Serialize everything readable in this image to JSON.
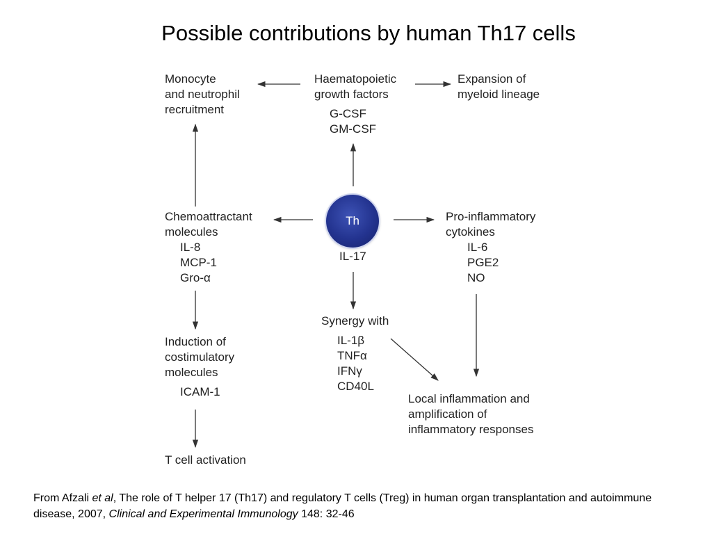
{
  "title": "Possible contributions by human Th17 cells",
  "center": {
    "label": "Th",
    "product": "IL-17"
  },
  "nodes": {
    "monocyte": {
      "lines": [
        "Monocyte",
        "and neutrophil",
        "recruitment"
      ]
    },
    "haematopoietic": {
      "lines": [
        "Haematopoietic",
        "growth factors"
      ],
      "items": [
        "G-CSF",
        "GM-CSF"
      ]
    },
    "expansion": {
      "lines": [
        "Expansion of",
        "myeloid lineage"
      ]
    },
    "chemoattractant": {
      "lines": [
        "Chemoattractant",
        "molecules"
      ],
      "items": [
        "IL-8",
        "MCP-1",
        "Gro-α"
      ]
    },
    "proinflammatory": {
      "lines": [
        "Pro-inflammatory",
        "cytokines"
      ],
      "items": [
        "IL-6",
        "PGE2",
        "NO"
      ]
    },
    "synergy": {
      "lines": [
        "Synergy with"
      ],
      "items": [
        "IL-1β",
        "TNFα",
        "IFNγ",
        "CD40L"
      ]
    },
    "induction": {
      "lines": [
        "Induction of",
        "costimulatory",
        "molecules"
      ],
      "items": [
        "ICAM-1"
      ]
    },
    "tcell": {
      "lines": [
        "T cell activation"
      ]
    },
    "local": {
      "lines": [
        "Local inflammation and",
        "amplification of",
        "inflammatory responses"
      ]
    }
  },
  "caption": {
    "part1": "From Afzali ",
    "italic1": "et al",
    "part2": ", The role of T helper 17 (Th17) and regulatory T cells (Treg) in human organ transplantation and autoimmune disease, 2007, ",
    "italic2": "Clinical and Experimental Immunology",
    "part3": " 148: 32-46"
  }
}
